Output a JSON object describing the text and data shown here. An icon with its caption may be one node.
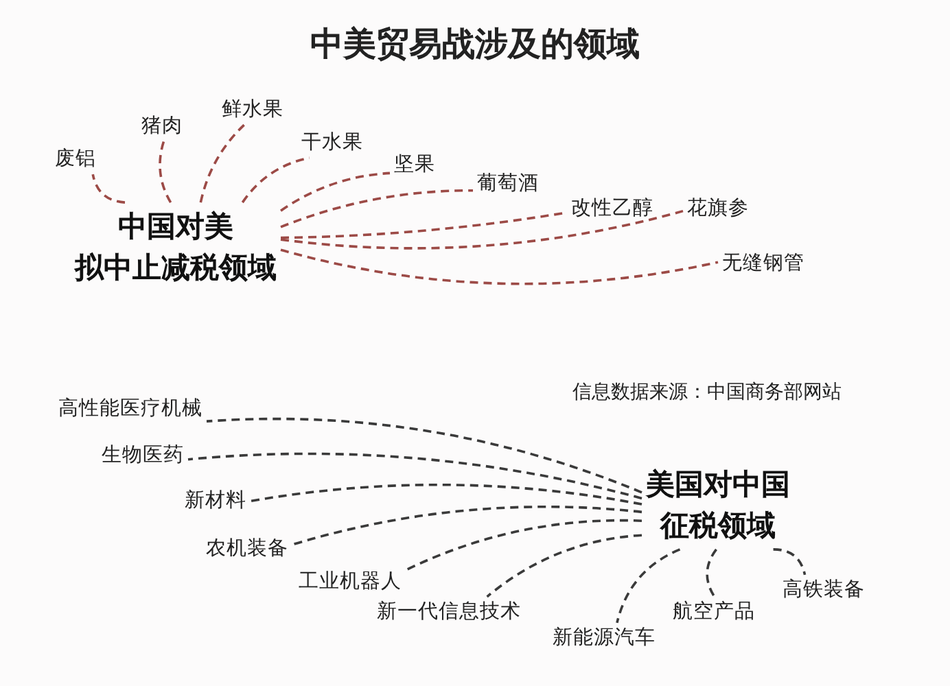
{
  "diagram": {
    "title": "中美贸易战涉及的领域",
    "nodes": [
      {
        "text": [
          "中国对美拟中止减税领域"
        ]
      },
      {
        "text": [
          "废铝"
        ]
      },
      {
        "text": [
          "猪肉"
        ]
      },
      {
        "text": [
          "鲜水果"
        ]
      },
      {
        "text": [
          "干水果"
        ]
      },
      {
        "text": [
          "坚果"
        ]
      },
      {
        "text": [
          "葡萄酒"
        ]
      },
      {
        "text": [
          "改性乙醇"
        ]
      },
      {
        "text": [
          "花旗参"
        ]
      },
      {
        "text": [
          "无缝钢管"
        ]
      },
      {
        "text": [
          "美国对中国征税领域"
        ]
      },
      {
        "text": [
          "高性能医疗机械"
        ]
      },
      {
        "text": [
          "生物医药"
        ]
      },
      {
        "text": [
          "新材料"
        ]
      },
      {
        "text": [
          "农机装备"
        ]
      },
      {
        "text": [
          "工业机器人"
        ]
      },
      {
        "text": [
          "新一代信息技术"
        ]
      },
      {
        "text": [
          "新能源汽车"
        ]
      },
      {
        "text": [
          "航空产品"
        ]
      },
      {
        "text": [
          "高铁装备"
        ]
      }
    ],
    "edges": [
      {
        "from": 0,
        "to": 1,
        "arrow": "none",
        "color": "#9c4a46"
      },
      {
        "from": 0,
        "to": 2,
        "arrow": "none",
        "color": "#9c4a46"
      },
      {
        "from": 0,
        "to": 3,
        "arrow": "none",
        "color": "#9c4a46"
      },
      {
        "from": 0,
        "to": 4,
        "arrow": "none",
        "color": "#9c4a46"
      },
      {
        "from": 0,
        "to": 5,
        "arrow": "none",
        "color": "#9c4a46"
      },
      {
        "from": 0,
        "to": 6,
        "arrow": "none",
        "color": "#9c4a46"
      },
      {
        "from": 0,
        "to": 7,
        "arrow": "none",
        "color": "#9c4a46"
      },
      {
        "from": 0,
        "to": 8,
        "arrow": "none",
        "color": "#9c4a46"
      },
      {
        "from": 0,
        "to": 9,
        "arrow": "none",
        "color": "#9c4a46"
      },
      {
        "from": 10,
        "to": 11,
        "arrow": "none",
        "color": "#3a3a3a"
      },
      {
        "from": 10,
        "to": 12,
        "arrow": "none",
        "color": "#3a3a3a"
      },
      {
        "from": 10,
        "to": 13,
        "arrow": "none",
        "color": "#3a3a3a"
      },
      {
        "from": 10,
        "to": 14,
        "arrow": "none",
        "color": "#3a3a3a"
      },
      {
        "from": 10,
        "to": 15,
        "arrow": "none",
        "color": "#3a3a3a"
      },
      {
        "from": 10,
        "to": 16,
        "arrow": "none",
        "color": "#3a3a3a"
      },
      {
        "from": 10,
        "to": 17,
        "arrow": "none",
        "color": "#3a3a3a"
      },
      {
        "from": 10,
        "to": 18,
        "arrow": "none",
        "color": "#3a3a3a"
      },
      {
        "from": 10,
        "to": 19,
        "arrow": "none",
        "color": "#3a3a3a"
      }
    ],
    "labels": [
      "信息数据来源：中国商务部网站"
    ]
  }
}
